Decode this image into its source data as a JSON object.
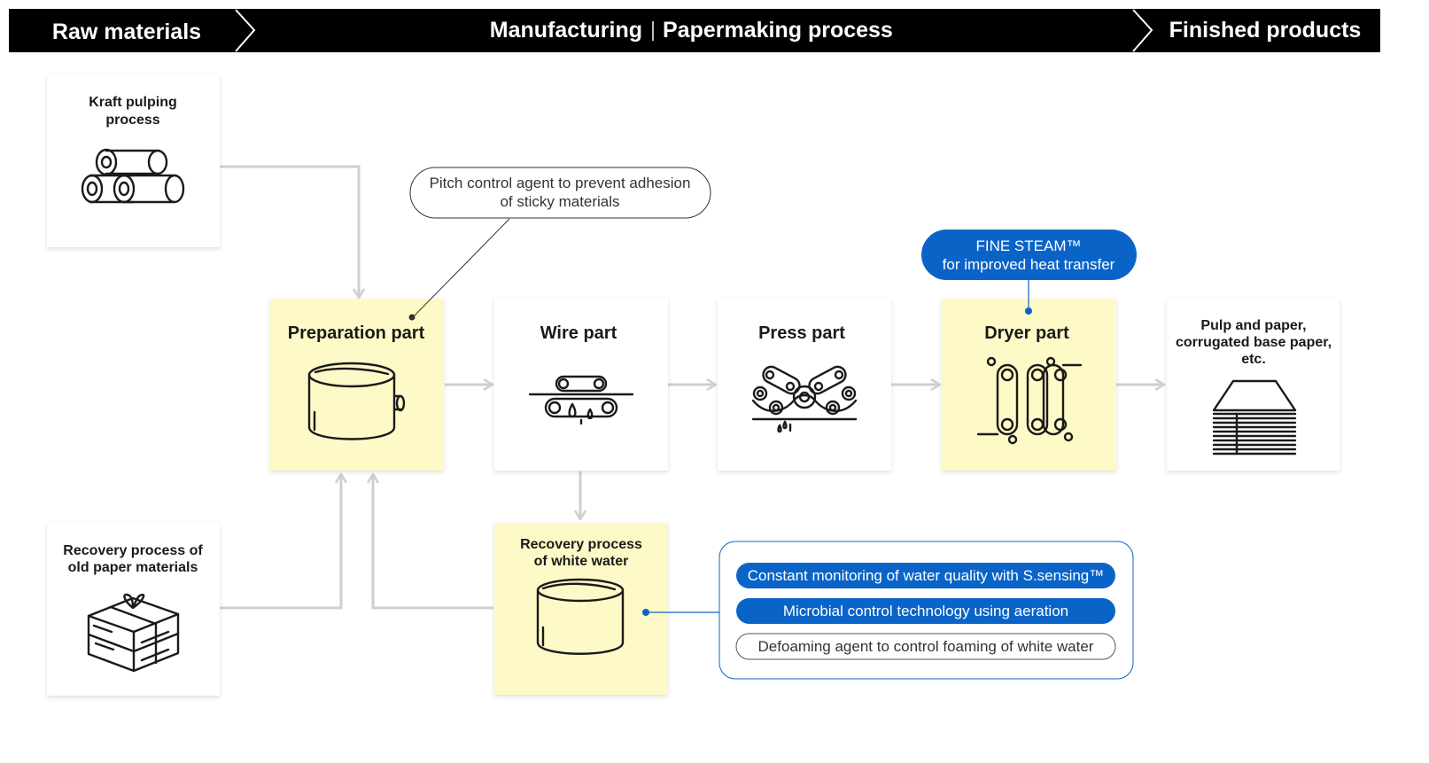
{
  "header": {
    "raw_materials": "Raw materials",
    "manufacturing": "Manufacturing",
    "papermaking": "Papermaking process",
    "finished_products": "Finished products"
  },
  "sources": {
    "kraft": [
      "Kraft pulping",
      "process"
    ],
    "recovery_old_paper": [
      "Recovery process of",
      "old paper materials"
    ]
  },
  "process_steps": {
    "preparation": "Preparation part",
    "wire": "Wire part",
    "press": "Press part",
    "dryer": "Dryer part",
    "finished": [
      "Pulp and paper,",
      "corrugated base paper,",
      "etc."
    ],
    "white_water": [
      "Recovery process",
      "of white water"
    ]
  },
  "callouts": {
    "pitch_control": [
      "Pitch control agent to prevent adhesion",
      "of sticky materials"
    ],
    "fine_steam": [
      "FINE STEAM™",
      "for improved heat transfer"
    ],
    "white_water_solutions": [
      "Constant monitoring of water quality with S.sensing™",
      "Microbial control technology using aeration",
      "Defoaming agent to control foaming of white water"
    ]
  },
  "colors": {
    "header_bg": "#000000",
    "highlight_box": "#fdfac7",
    "accent_blue": "#0a64c8",
    "arrow": "#cfcfcf"
  },
  "icons": [
    "logs-icon",
    "bundle-icon",
    "tank-icon",
    "wire-conveyor-icon",
    "press-rollers-icon",
    "dryer-rollers-icon",
    "paper-stack-icon",
    "white-water-tank-icon"
  ]
}
